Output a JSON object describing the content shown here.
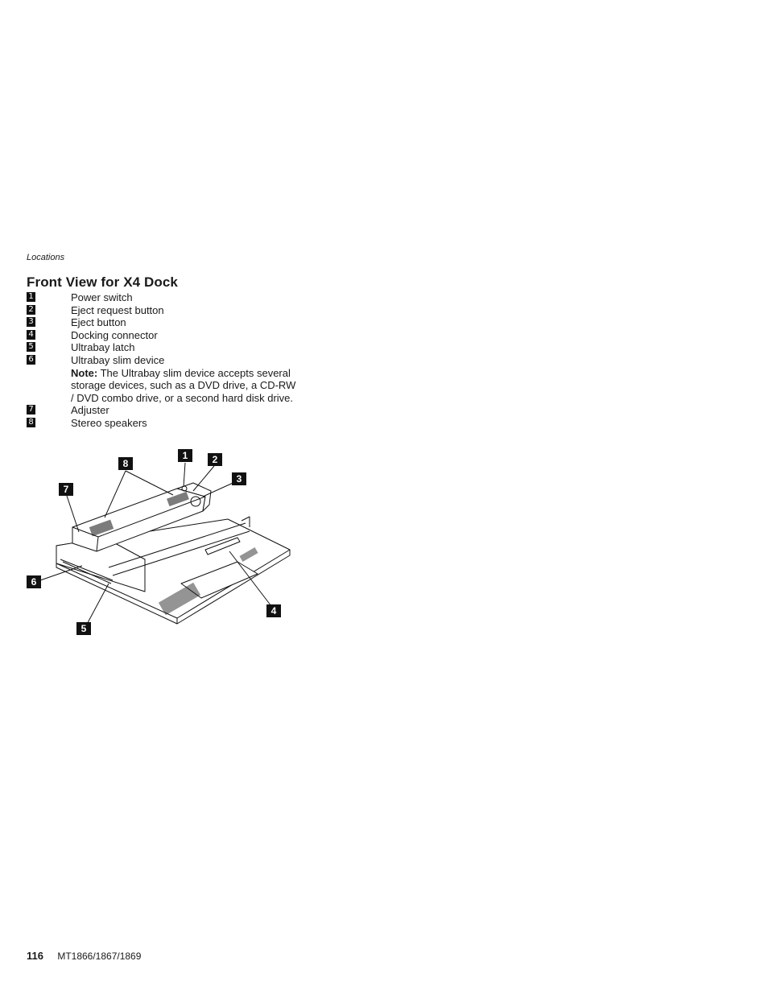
{
  "running_head": "Locations",
  "section_title": "Front View for X4 Dock",
  "legend": [
    {
      "num": "1",
      "label": "Power switch"
    },
    {
      "num": "2",
      "label": "Eject request button"
    },
    {
      "num": "3",
      "label": "Eject button"
    },
    {
      "num": "4",
      "label": "Docking connector"
    },
    {
      "num": "5",
      "label": "Ultrabay latch"
    },
    {
      "num": "6",
      "label": "Ultrabay slim device"
    },
    {
      "num": "7",
      "label": "Adjuster"
    },
    {
      "num": "8",
      "label": "Stereo speakers"
    }
  ],
  "note": {
    "label": "Note:",
    "text": "The Ultrabay slim device accepts several storage devices, such as a DVD drive, a CD-RW / DVD combo drive, or a second hard disk drive."
  },
  "figure_callouts": [
    "1",
    "2",
    "3",
    "4",
    "5",
    "6",
    "7",
    "8"
  ],
  "footer": {
    "page_number": "116",
    "model": "MT1866/1867/1869"
  }
}
